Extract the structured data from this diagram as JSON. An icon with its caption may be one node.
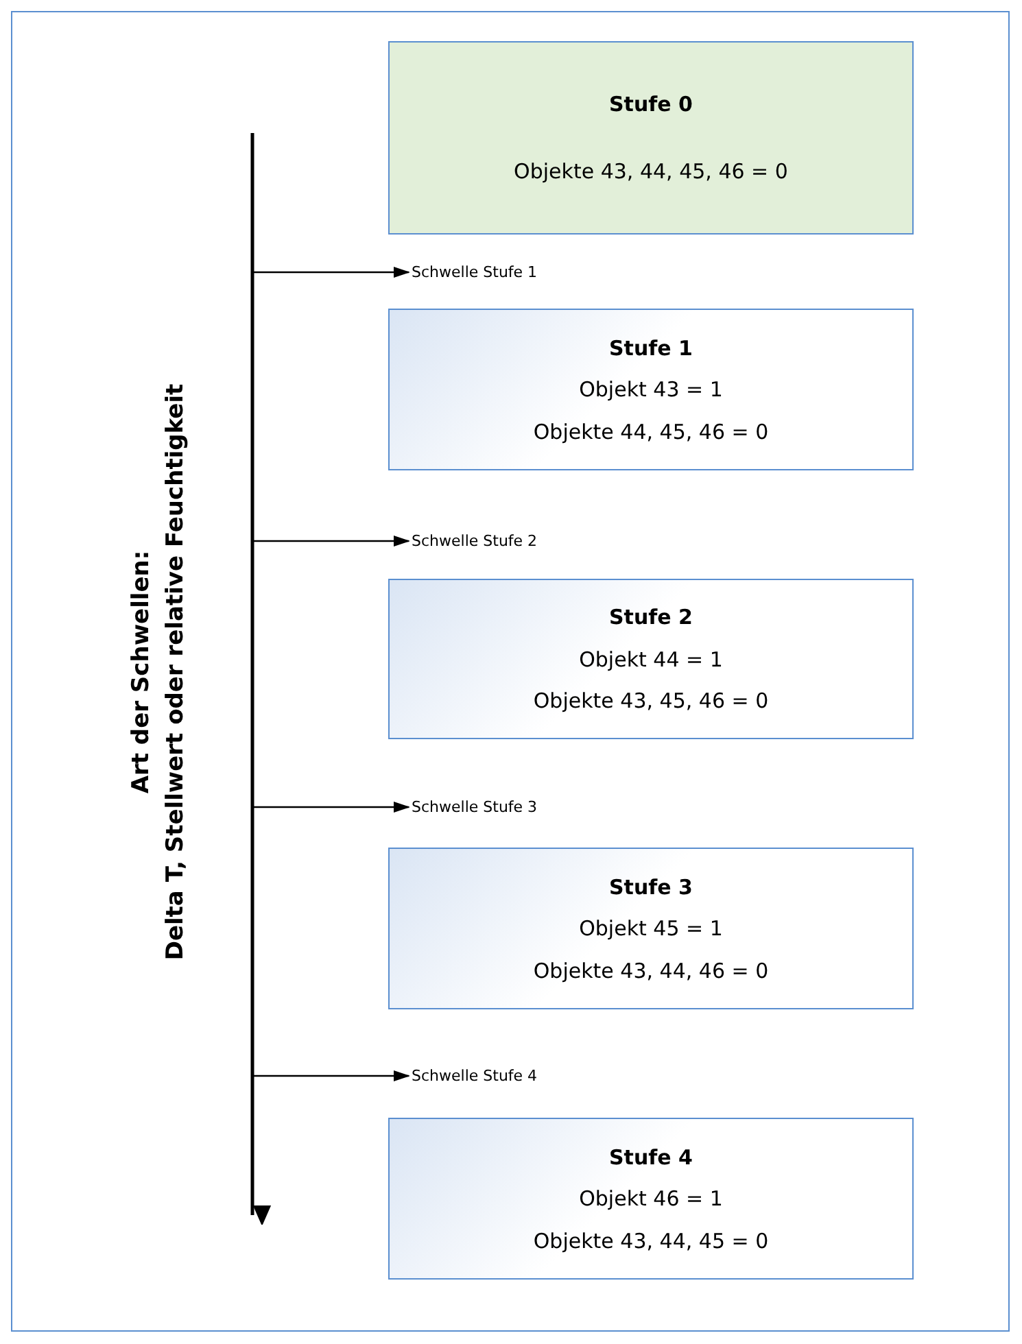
{
  "diagram": {
    "nodes": [
      {
        "text": [
          "Stufe 0",
          "Objekte 43, 44, 45, 46 = 0"
        ]
      },
      {
        "text": [
          "Schwelle Stufe 1"
        ]
      },
      {
        "text": [
          "Stufe 1",
          "Objekt 43 = 1",
          "Objekte 44, 45, 46 = 0"
        ]
      },
      {
        "text": [
          "Schwelle Stufe 2"
        ]
      },
      {
        "text": [
          "Stufe 2",
          "Objekt 44 = 1",
          "Objekte 43, 45, 46 = 0"
        ]
      },
      {
        "text": [
          "Schwelle Stufe 3"
        ]
      },
      {
        "text": [
          "Stufe 3",
          "Objekt 45 = 1",
          "Objekte 43, 44, 46 = 0"
        ]
      },
      {
        "text": [
          "Schwelle Stufe 4"
        ]
      },
      {
        "text": [
          "Stufe 4",
          "Objekt 46 = 1",
          "Objekte 43, 44, 45 = 0"
        ]
      }
    ],
    "edges": [
      {
        "from": null,
        "to": 1,
        "arrow": "to"
      },
      {
        "from": null,
        "to": 3,
        "arrow": "to"
      },
      {
        "from": null,
        "to": 5,
        "arrow": "to"
      },
      {
        "from": null,
        "to": 7,
        "arrow": "to"
      }
    ],
    "labels": [
      "Art der Schwellen:",
      "Delta T, Stellwert oder relative Feuchtigkeit"
    ]
  }
}
